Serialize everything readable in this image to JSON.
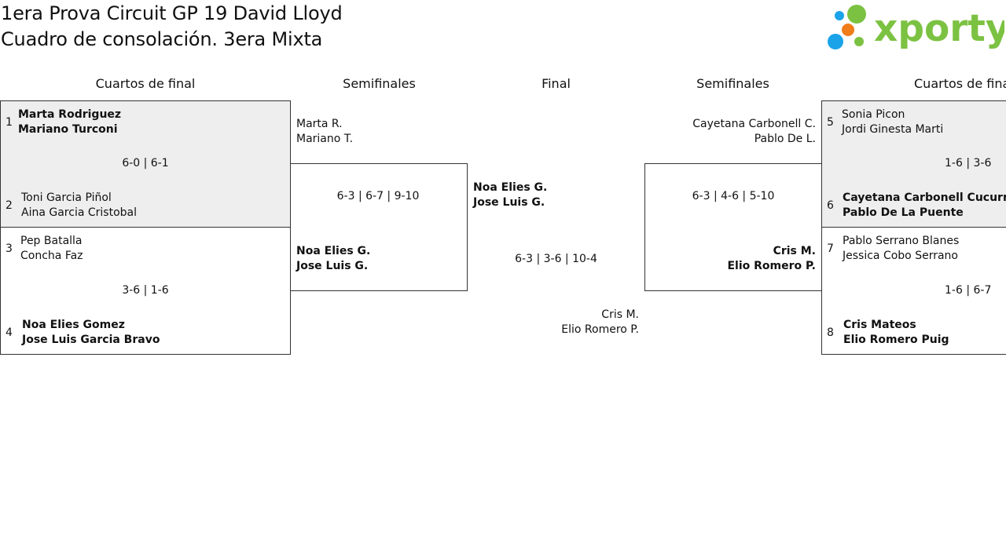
{
  "header": {
    "title_line1": "1era Prova Circuit GP 19 David Lloyd",
    "title_line2": "Cuadro de consolación. 3era Mixta",
    "logo_text": "xporty"
  },
  "rounds": {
    "qf_left": "Cuartos de final",
    "sf_left": "Semifinales",
    "final": "Final",
    "sf_right": "Semifinales",
    "qf_right": "Cuartos de final"
  },
  "qf_left": [
    {
      "seed_a": "1",
      "a1": "Marta Rodriguez",
      "a2": "Mariano Turconi",
      "score": "6-0 | 6-1",
      "seed_b": "2",
      "b1": "Toni Garcia Piñol",
      "b2": "Aina Garcia Cristobal"
    },
    {
      "seed_a": "3",
      "a1": "Pep Batalla",
      "a2": "Concha Faz",
      "score": "3-6 | 1-6",
      "seed_b": "4",
      "b1": "Noa Elies Gomez",
      "b2": "Jose Luis Garcia Bravo"
    }
  ],
  "sf_left": {
    "a1": "Marta R.",
    "a2": "Mariano T.",
    "score": "6-3 | 6-7 | 9-10",
    "b1": "Noa Elies G.",
    "b2": "Jose Luis G."
  },
  "final": {
    "a1": "Noa Elies G.",
    "a2": "Jose Luis G.",
    "score": "6-3 | 3-6 | 10-4",
    "b1": "Cris M.",
    "b2": "Elio Romero P."
  },
  "sf_right": {
    "a1": "Cayetana Carbonell C.",
    "a2": "Pablo De L.",
    "score": "6-3 | 4-6 | 5-10",
    "b1": "Cris M.",
    "b2": "Elio Romero P."
  },
  "qf_right": [
    {
      "seed_a": "5",
      "a1": "Sonia Picon",
      "a2": "Jordi Ginesta Marti",
      "score": "1-6 | 3-6",
      "seed_b": "6",
      "b1": "Cayetana Carbonell Cucurny",
      "b2": "Pablo De La Puente"
    },
    {
      "seed_a": "7",
      "a1": "Pablo Serrano Blanes",
      "a2": "Jessica Cobo Serrano",
      "score": "1-6 | 6-7",
      "seed_b": "8",
      "b1": "Cris Mateos",
      "b2": "Elio Romero Puig"
    }
  ],
  "colors": {
    "logo_green": "#7cc242",
    "logo_blue": "#1aa3e8",
    "logo_orange": "#f07d1a",
    "shade": "#eeeeee"
  }
}
